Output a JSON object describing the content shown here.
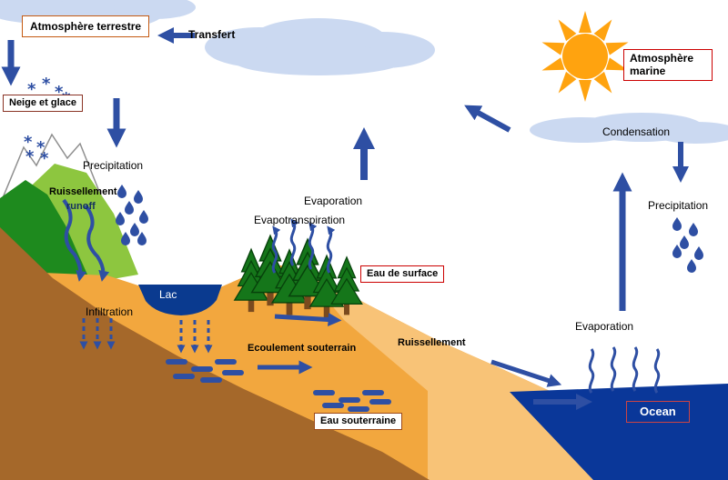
{
  "labels": {
    "atmosphere_terrestre": "Atmosphère terrestre",
    "transfert": "Transfert",
    "neige_et_glace": "Neige et glace",
    "precipitation_left": "Precipitation",
    "ruissellement_mountain": "Ruissellement",
    "runoff": "runoff",
    "evaporation_center": "Evaporation",
    "evapotranspiration": "Evapotranspiration",
    "eau_de_surface": "Eau de surface",
    "lac": "Lac",
    "infiltration": "Infiltration",
    "ecoulement_souterrain": "Ecoulement souterrain",
    "ruissellement_right": "Ruissellement",
    "eau_souterraine": "Eau souterraine",
    "atmosphere_marine": "Atmosphère marine",
    "condensation": "Condensation",
    "precipitation_right": "Precipitation",
    "evaporation_right": "Evaporation",
    "ocean": "Ocean"
  },
  "icons": {
    "snowflake": "*"
  },
  "colors": {
    "arrow_blue": "#2e4fa3",
    "water_blue": "#0a3a8f",
    "ocean_blue": "#0a3799",
    "sun_orange": "#ffa30f",
    "cloud_blue": "#cbd9f1",
    "terrain_brown": "#a5682a",
    "terrain_orange": "#f2a73e",
    "terrain_tan": "#f8c377",
    "green_light": "#8dc63f",
    "green_dark": "#1e8a1e",
    "tree_green": "#15761a",
    "box_border_red": "#cc0000",
    "box_border_orange": "#c45911",
    "box_border_brown": "#8a3324"
  }
}
